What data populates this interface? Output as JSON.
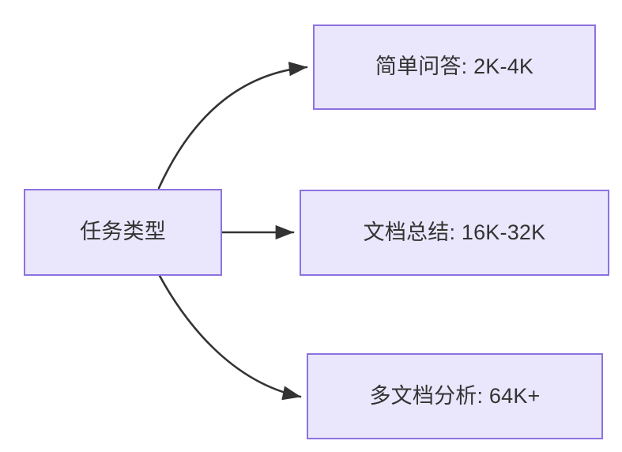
{
  "diagram": {
    "type": "flowchart",
    "direction": "left-to-right",
    "background_color": "#ffffff",
    "node_fill_color": "#eae6fb",
    "node_border_color": "#8d72e0",
    "edge_color": "#333333",
    "text_color": "#333333",
    "nodes": [
      {
        "id": "root",
        "label": "任务类型"
      },
      {
        "id": "simple",
        "label": "简单问答: 2K-4K"
      },
      {
        "id": "doc",
        "label": "文档总结: 16K-32K"
      },
      {
        "id": "multidoc",
        "label": "多文档分析: 64K+"
      }
    ],
    "edges": [
      {
        "from": "root",
        "to": "simple",
        "label": "",
        "style": "curved"
      },
      {
        "from": "root",
        "to": "doc",
        "label": "",
        "style": "straight"
      },
      {
        "from": "root",
        "to": "multidoc",
        "label": "",
        "style": "curved"
      }
    ]
  }
}
